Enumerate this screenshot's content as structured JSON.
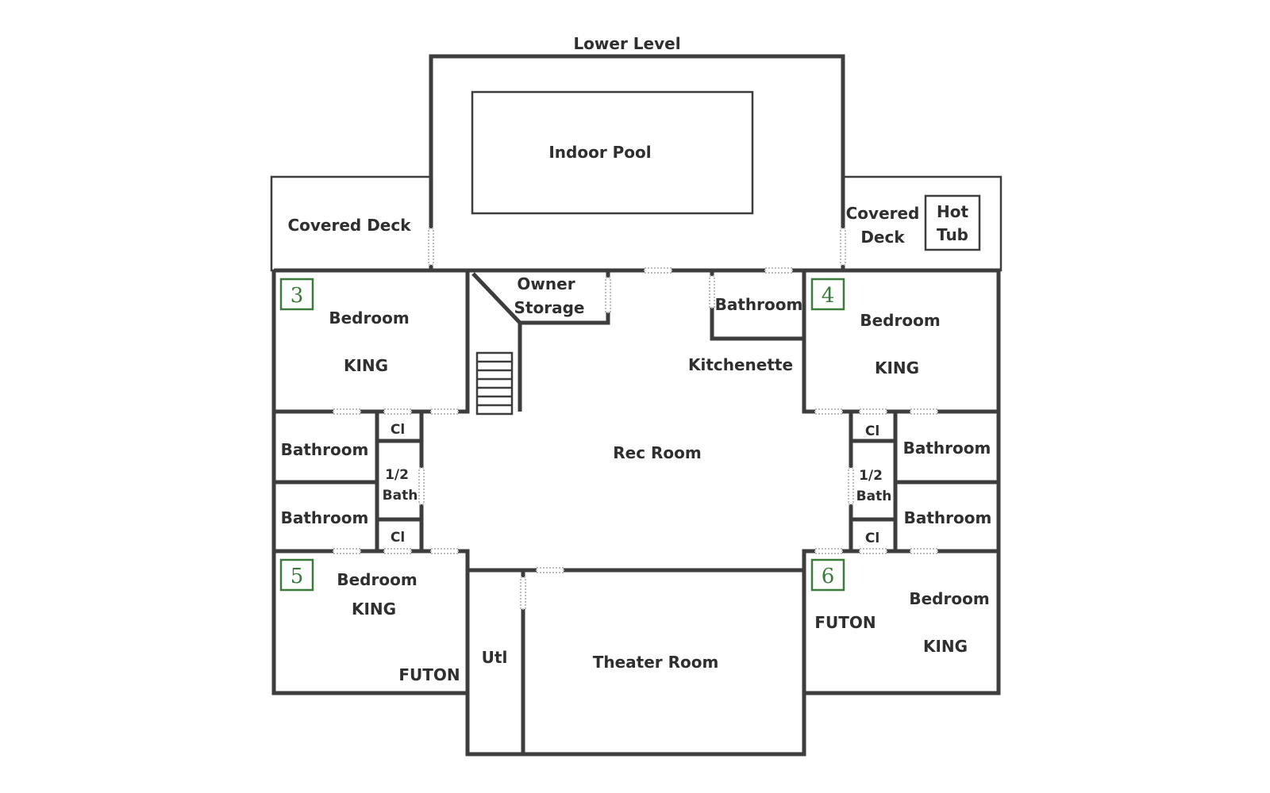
{
  "title": "Lower Level",
  "rooms": {
    "indoor_pool": "Indoor Pool",
    "covered_deck_left": "Covered Deck",
    "covered_deck_right_1": "Covered",
    "covered_deck_right_2": "Deck",
    "hot_tub_1": "Hot",
    "hot_tub_2": "Tub",
    "owner_storage_1": "Owner",
    "owner_storage_2": "Storage",
    "bathroom_top_right": "Bathroom",
    "kitchenette": "Kitchenette",
    "rec_room": "Rec Room",
    "theater_room": "Theater Room",
    "utl": "Utl",
    "left_bath_1": "Bathroom",
    "left_bath_2": "Bathroom",
    "right_bath_1": "Bathroom",
    "right_bath_2": "Bathroom",
    "left_cl_1": "Cl",
    "left_cl_2": "Cl",
    "right_cl_1": "Cl",
    "right_cl_2": "Cl",
    "left_half_bath_1": "1/2",
    "left_half_bath_2": "Bath",
    "right_half_bath_1": "1/2",
    "right_half_bath_2": "Bath"
  },
  "bedrooms": {
    "b3": {
      "number": "3",
      "label": "Bedroom",
      "bed": "KING"
    },
    "b4": {
      "number": "4",
      "label": "Bedroom",
      "bed": "KING"
    },
    "b5": {
      "number": "5",
      "label": "Bedroom",
      "bed": "KING",
      "extra": "FUTON"
    },
    "b6": {
      "number": "6",
      "label": "Bedroom",
      "bed": "KING",
      "extra": "FUTON"
    }
  },
  "colors": {
    "wall": "#3d3d3d",
    "badge": "#3a7a3a",
    "text": "#2f2f2f"
  }
}
